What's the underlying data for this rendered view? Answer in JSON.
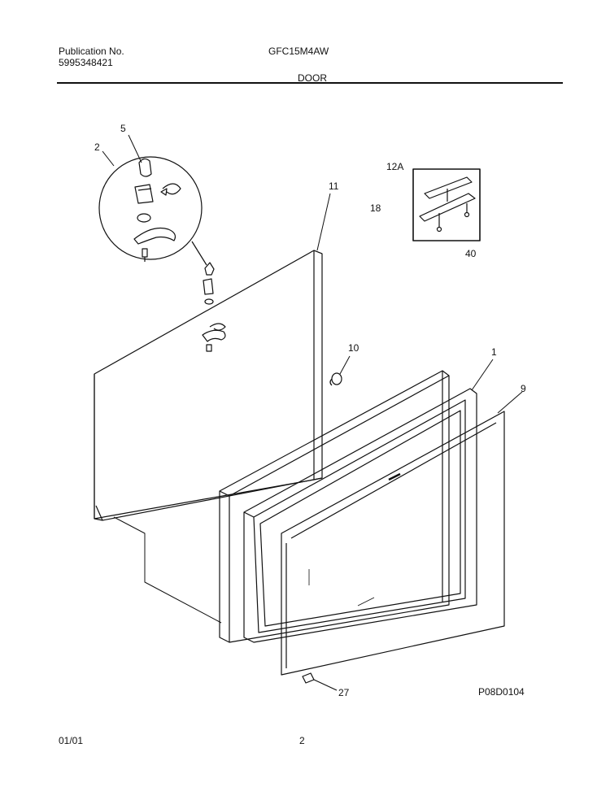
{
  "header": {
    "publication_label": "Publication No.",
    "publication_number": "5995348421",
    "model": "GFC15M4AW",
    "section": "DOOR"
  },
  "callouts": {
    "c5": "5",
    "c2": "2",
    "c11": "11",
    "c12a": "12A",
    "c18": "18",
    "c40": "40",
    "c10": "10",
    "c1": "1",
    "c9": "9",
    "c27": "27"
  },
  "diagram_code": "P08D0104",
  "footer": {
    "date": "01/01",
    "page": "2"
  }
}
